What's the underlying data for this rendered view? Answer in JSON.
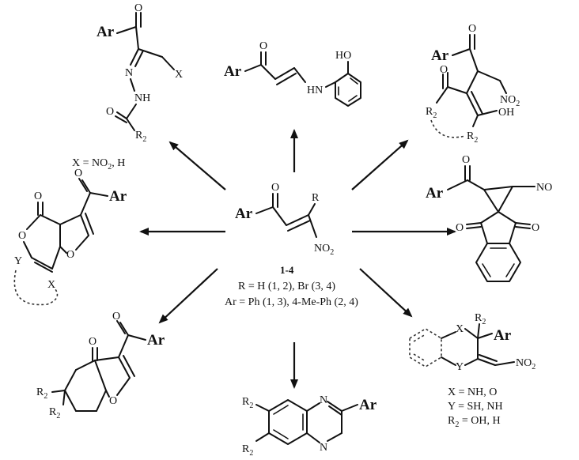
{
  "center": {
    "label_Ar": "Ar",
    "label_O": "O",
    "label_R": "R",
    "label_NO2": "NO",
    "label_NO2_sub": "2",
    "compound_range": "1-4",
    "r_line": "R = H (1, 2), Br (3, 4)",
    "ar_line": "Ar = Ph (1, 3), 4-Me-Ph (2, 4)"
  },
  "hydrazone": {
    "Ar": "Ar",
    "O": "O",
    "X": "X",
    "N": "N",
    "NH": "NH",
    "O2": "O",
    "R": "R",
    "R_sub": "2",
    "caption": "X = NO",
    "caption_sub": "2",
    "caption_tail": ", H"
  },
  "enaminone": {
    "Ar": "Ar",
    "O": "O",
    "HO": "HO",
    "HN": "HN"
  },
  "michael": {
    "Ar": "Ar",
    "O1": "O",
    "O2": "O",
    "R1": "R",
    "R1_sub": "2",
    "R2": "R",
    "R2_sub": "2",
    "OH": "OH",
    "NO2": "NO",
    "NO2_sub": "2"
  },
  "spiro": {
    "Ar": "Ar",
    "O": "O",
    "NO": "NO",
    "O_left": "O",
    "O_right": "O"
  },
  "pyranone": {
    "O_top": "O",
    "Ar": "Ar",
    "O_ring": "O",
    "O_furan": "O",
    "Y": "Y",
    "X": "X"
  },
  "benzofuran": {
    "O_top": "O",
    "Ar": "Ar",
    "O_ketone": "O",
    "R_a": "R",
    "R_a_sub": "2",
    "R_b": "R",
    "R_b_sub": "2",
    "O_furan": "O"
  },
  "quinoxaline": {
    "R_top": "R",
    "R_top_sub": "2",
    "R_bot": "R",
    "R_bot_sub": "2",
    "N_top": "N",
    "N_bot": "N",
    "Ar": "Ar"
  },
  "benzothiazine": {
    "X": "X",
    "R": "R",
    "R_sub": "2",
    "Ar": "Ar",
    "Y": "Y",
    "NO2": "NO",
    "NO2_sub": "2",
    "line1": "X = NH, O",
    "line2": "Y = SH, NH",
    "line3": "R",
    "line3_sub": "2",
    "line3_tail": " = OH, H"
  }
}
